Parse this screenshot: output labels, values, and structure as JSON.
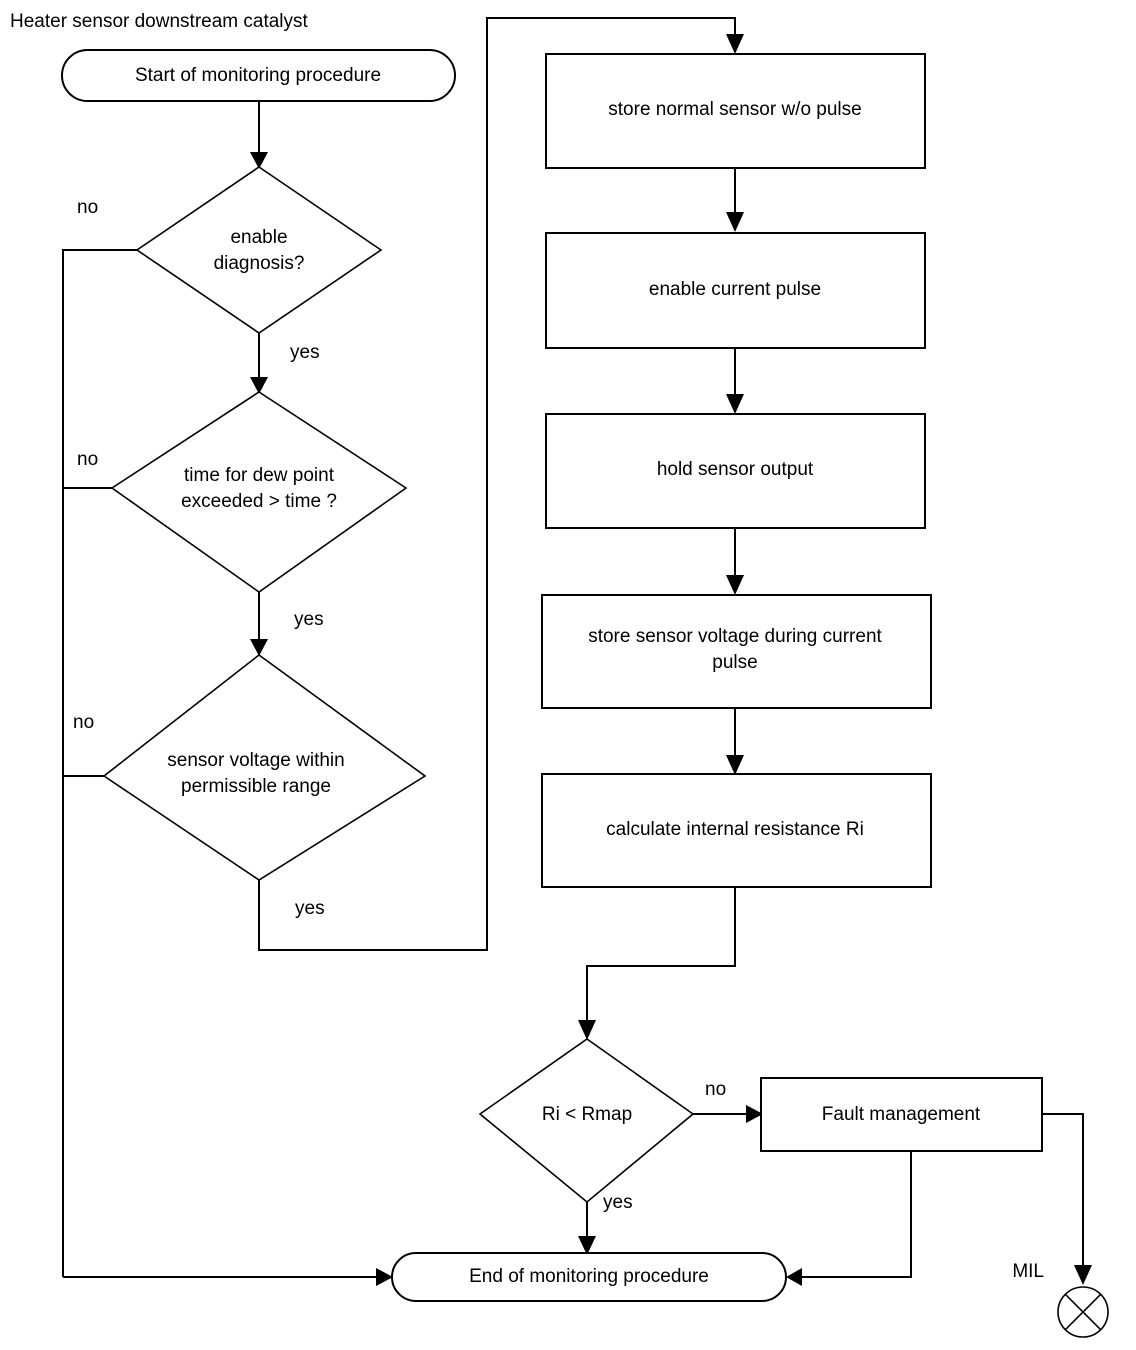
{
  "diagram": {
    "caption": "Heater sensor downstream catalyst",
    "type": "flowchart",
    "nodes": {
      "start": {
        "label": "Start of monitoring procedure",
        "shape": "terminator"
      },
      "enable_diagnosis": {
        "label_line1": "enable",
        "label_line2": "diagnosis?",
        "shape": "decision"
      },
      "dew_point": {
        "label_line1": "time for dew point",
        "label_line2": "exceeded > time ?",
        "shape": "decision"
      },
      "sensor_voltage_range": {
        "label_line1": "sensor voltage within",
        "label_line2": "permissible range",
        "shape": "decision"
      },
      "store_normal_sensor": {
        "label": "store normal sensor w/o pulse",
        "shape": "process"
      },
      "enable_current_pulse": {
        "label": "enable current pulse",
        "shape": "process"
      },
      "hold_sensor_output": {
        "label": "hold sensor output",
        "shape": "process"
      },
      "store_sensor_voltage": {
        "label_line1": "store sensor voltage during current",
        "label_line2": "pulse",
        "shape": "process"
      },
      "calculate_ri": {
        "label": "calculate internal resistance Ri",
        "shape": "process"
      },
      "ri_lt_rmap": {
        "label": "Ri < Rmap",
        "shape": "decision"
      },
      "fault_management": {
        "label": "Fault management",
        "shape": "process"
      },
      "end": {
        "label": "End of monitoring procedure",
        "shape": "terminator"
      },
      "mil": {
        "label": "MIL",
        "shape": "lamp"
      }
    },
    "edge_labels": {
      "enable_diagnosis_no": "no",
      "enable_diagnosis_yes": "yes",
      "dew_point_no": "no",
      "dew_point_yes": "yes",
      "sensor_voltage_no": "no",
      "sensor_voltage_yes": "yes",
      "ri_no": "no",
      "ri_yes": "yes"
    },
    "colors": {
      "stroke": "#000000",
      "fill": "#ffffff",
      "background": "#ffffff"
    }
  }
}
